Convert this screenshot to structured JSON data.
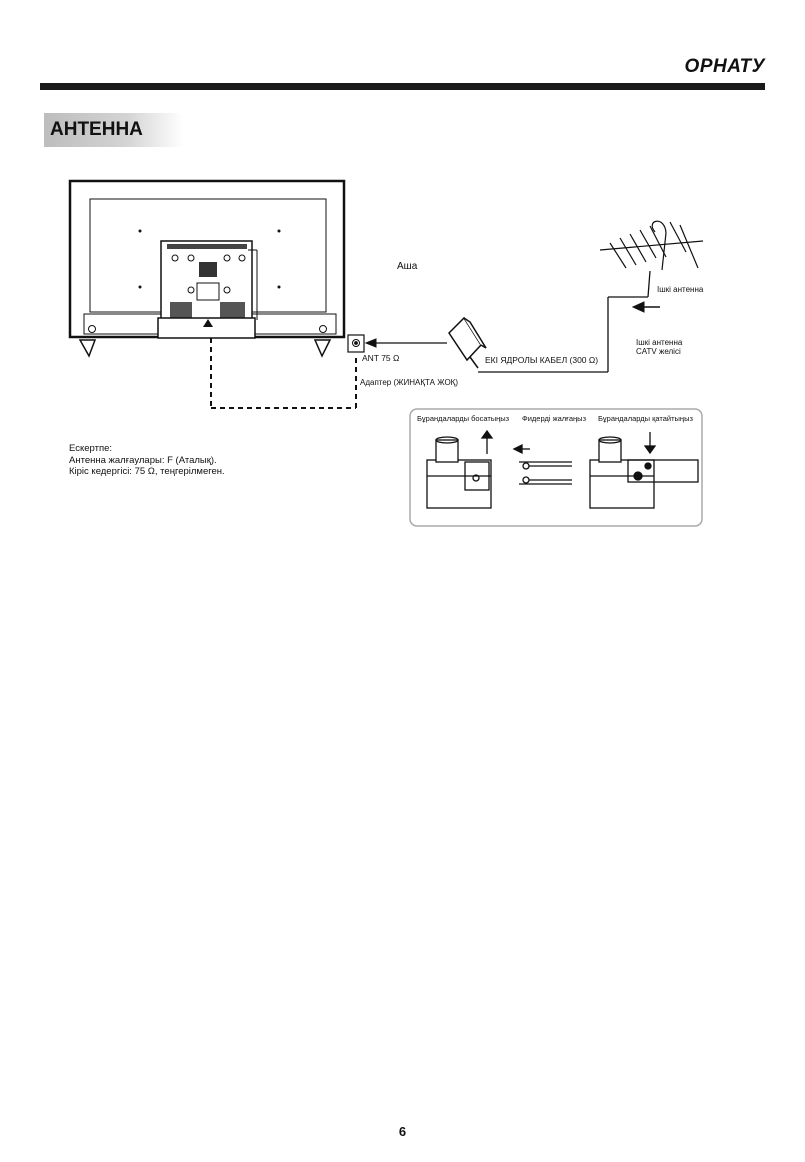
{
  "header": {
    "title": "ОРНАТУ"
  },
  "section": {
    "title": "АНТЕННА"
  },
  "diagram": {
    "outdoor_label": "Аша",
    "outdoor_antenna": "Ішкі антенна",
    "catv_line_1": "Ішкі антенна",
    "catv_line_2": "CATV желісі",
    "cable_label": "ЕКІ ЯДРОЛЫ КАБЕЛ (300 Ω)",
    "ant_label": "ANT 75 Ω",
    "adapter_label": "Адаптер (ЖИНАҚТА ЖОҚ)",
    "steps": [
      {
        "label": "Бұрандаларды босатыңыз"
      },
      {
        "label": "Фидерді жалғаңыз"
      },
      {
        "label": "Бұрандаларды қатайтыңыз"
      }
    ]
  },
  "note": {
    "title": "Ескертпе:",
    "line1": "Антенна жалғаулары: F (Аталық).",
    "line2": "Кіріс кедергісі: 75 Ω, теңгерілмеген."
  },
  "footer": {
    "page_number": "6"
  }
}
